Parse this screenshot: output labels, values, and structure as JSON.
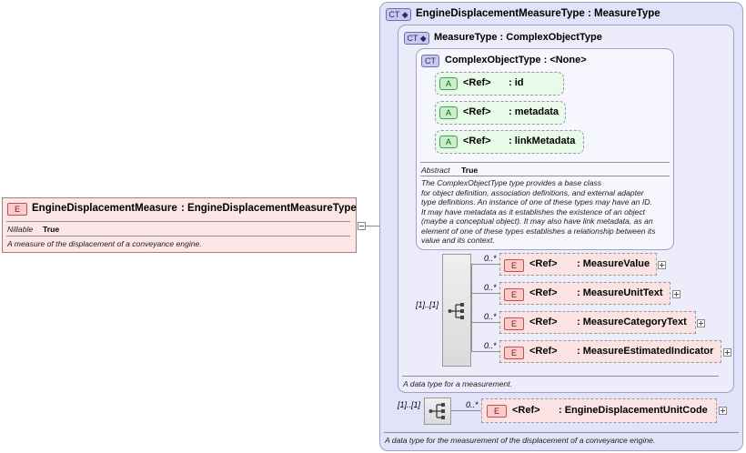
{
  "root": {
    "badge": "E",
    "name": "EngineDisplacementMeasure",
    "type": ": EngineDisplacementMeasureType",
    "nillable_label": "Nillable",
    "nillable_value": "True",
    "doc": "A measure of the displacement of a conveyance engine."
  },
  "outer_type": {
    "badge": "CT",
    "title": "EngineDisplacementMeasureType : MeasureType",
    "doc": "A data type for the measurement of the displacement of a conveyance engine.",
    "multiplicity": "[1]..[1]",
    "element": {
      "multiplicity": "0..*",
      "badge": "E",
      "ref": "<Ref>",
      "name": ": EngineDisplacementUnitCode"
    }
  },
  "measure_type": {
    "badge": "CT",
    "title": "MeasureType : ComplexObjectType",
    "doc": "A data type for a measurement.",
    "multiplicity": "[1]..[1]",
    "elements": [
      {
        "multiplicity": "0..*",
        "badge": "E",
        "ref": "<Ref>",
        "name": ": MeasureValue"
      },
      {
        "multiplicity": "0..*",
        "badge": "E",
        "ref": "<Ref>",
        "name": ": MeasureUnitText"
      },
      {
        "multiplicity": "0..*",
        "badge": "E",
        "ref": "<Ref>",
        "name": ": MeasureCategoryText"
      },
      {
        "multiplicity": "0..*",
        "badge": "E",
        "ref": "<Ref>",
        "name": ": MeasureEstimatedIndicator"
      }
    ]
  },
  "complex_object_type": {
    "badge": "CT",
    "title": "ComplexObjectType : <None>",
    "attributes": [
      {
        "badge": "A",
        "ref": "<Ref>",
        "name": ": id"
      },
      {
        "badge": "A",
        "ref": "<Ref>",
        "name": ": metadata"
      },
      {
        "badge": "A",
        "ref": "<Ref>",
        "name": ": linkMetadata"
      }
    ],
    "abstract_label": "Abstract",
    "abstract_value": "True",
    "doc_lines": [
      "The ComplexObjectType type provides a base class",
      "for object definition, association definitions, and external adapter",
      "type definitions. An instance of one of these types may have an ID.",
      "It may have metadata as it establishes the existence of an object",
      "(maybe a conceptual object). It may also have link metadata, as an",
      "element of one of these types establishes a relationship between its",
      "value and its context."
    ]
  }
}
